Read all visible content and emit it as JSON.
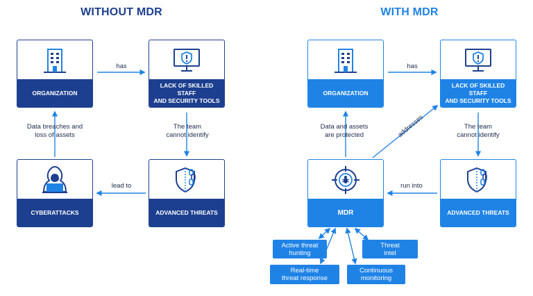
{
  "titles": {
    "without": "WITHOUT MDR",
    "with": "WITH MDR"
  },
  "colors": {
    "dark_blue": "#1d3f8f",
    "bright_blue": "#1f83e6",
    "text": "#1a2b4a"
  },
  "without": {
    "organization": "ORGANIZATION",
    "lack": "LACK OF SKILLED STAFF\nAND SECURITY TOOLS",
    "threats": "ADVANCED THREATS",
    "cyberattacks": "CYBERATTACKS",
    "has": "has",
    "cannot_identify": "The team\ncannot identify",
    "lead_to": "lead to",
    "breaches": "Data breaches and\nloss of assets"
  },
  "with": {
    "organization": "ORGANIZATION",
    "lack": "LACK OF SKILLED STAFF\nAND SECURITY TOOLS",
    "threats": "ADVANCED THREATS",
    "mdr": "MDR",
    "has": "has",
    "cannot_identify": "The team\ncannot identify",
    "run_into": "run into",
    "addresses": "addresses",
    "protected": "Data and assets\nare protected"
  },
  "capabilities": {
    "active_threat_hunting": "Active threat\nhunting",
    "threat_intel": "Threat\nintel",
    "realtime_response": "Real-time\nthreat response",
    "continuous_monitoring": "Continuous\nmonitoring"
  },
  "icons": [
    "building-icon",
    "monitor-alert-icon",
    "shield-chain-icon",
    "hacker-icon",
    "target-bug-icon"
  ]
}
